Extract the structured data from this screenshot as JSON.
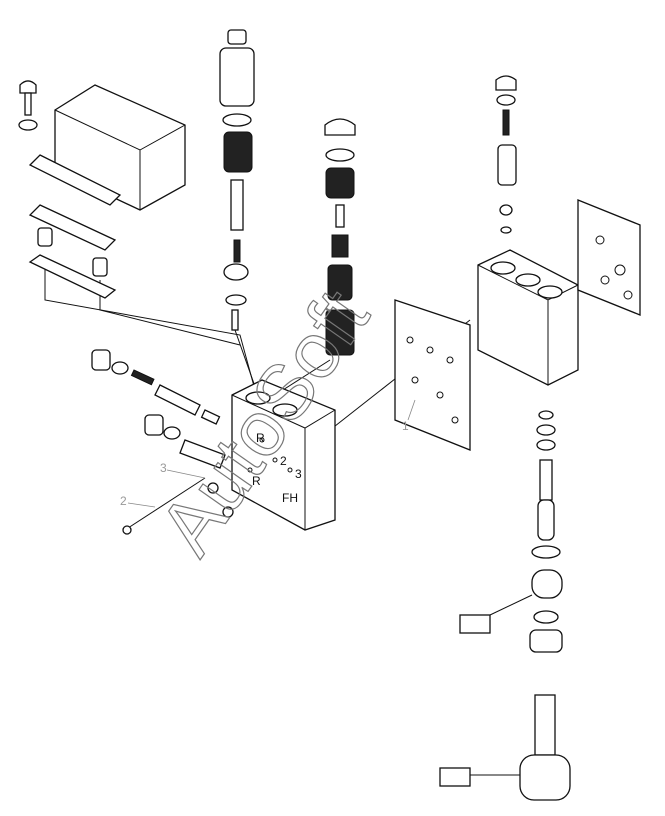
{
  "diagram": {
    "callouts": [
      "1",
      "2",
      "3"
    ],
    "block_markings": [
      "R",
      "R",
      "2",
      "3",
      "FH"
    ],
    "watermark": "AutoSoft"
  }
}
